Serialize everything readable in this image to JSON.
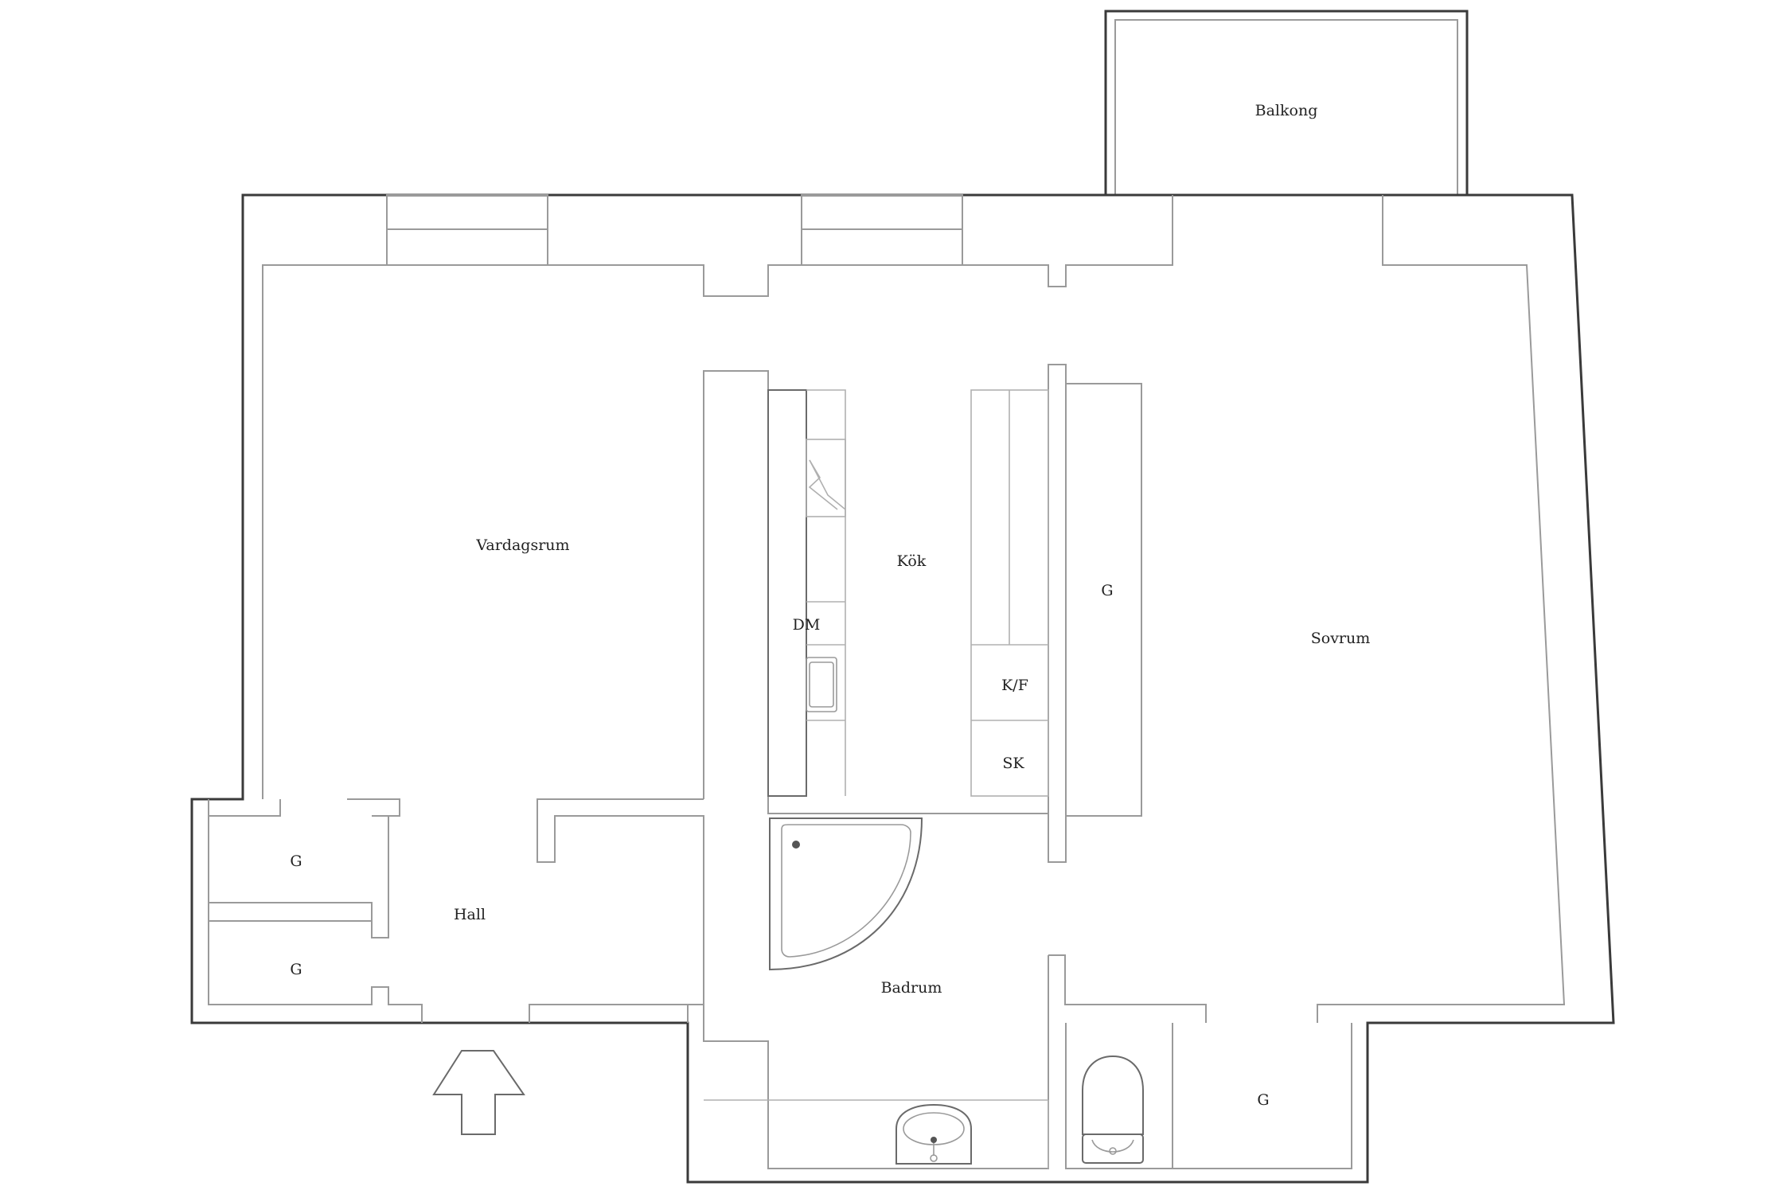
{
  "floorplan": {
    "rooms": {
      "balkong": "Balkong",
      "vardagsrum": "Vardagsrum",
      "kok": "Kök",
      "sovrum": "Sovrum",
      "hall": "Hall",
      "badrum": "Badrum"
    },
    "storage": {
      "g_bedroom_closet": "G",
      "g_hall_upper": "G",
      "g_hall_lower": "G",
      "g_bottom_right": "G"
    },
    "appliances": {
      "dm": "DM",
      "kf": "K/F",
      "sk": "SK"
    },
    "icons": [
      "entrance-arrow-icon",
      "bathtub-icon",
      "sink-icon",
      "toilet-icon",
      "stove-icon",
      "kitchen-sink-icon"
    ]
  }
}
